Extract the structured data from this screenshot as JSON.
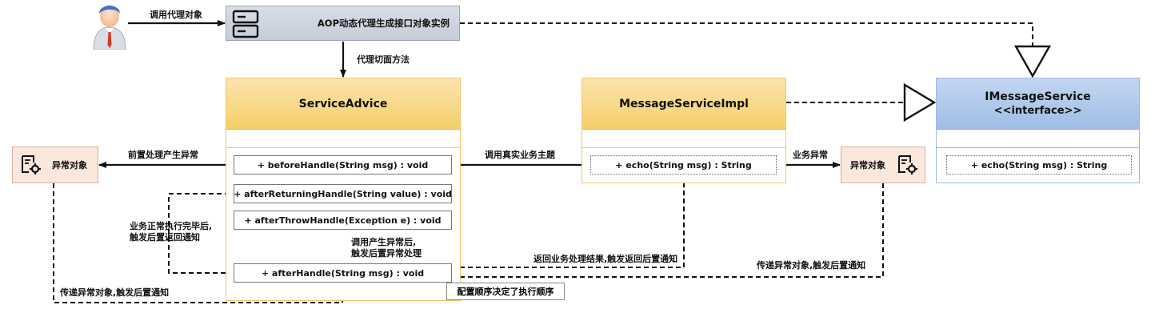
{
  "proxy": {
    "label": "AOP动态代理生成接口对象实例"
  },
  "service_advice": {
    "title": "ServiceAdvice",
    "methods": [
      "+ beforeHandle(String msg) : void",
      "+ afterReturningHandle(String value) : void",
      "+ afterThrowHandle(Exception e) : void",
      "+ afterHandle(String msg) : void"
    ]
  },
  "message_service_impl": {
    "title": "MessageServiceImpl",
    "methods": [
      "+ echo(String msg) : String"
    ]
  },
  "interface": {
    "title": "IMessageService",
    "stereotype": "<<interface>>",
    "methods": [
      "+ echo(String msg) : String"
    ]
  },
  "exception_left": {
    "label": "异常对象"
  },
  "exception_right": {
    "label": "异常对象"
  },
  "note": "配置顺序决定了执行顺序",
  "edges": {
    "call_proxy": "调用代理对象",
    "proxy_aspect": "代理切面方法",
    "before_exception": "前置处理产生异常",
    "call_real": "调用真实业务主题",
    "business_exception": "业务异常",
    "normal_return": [
      "业务正常执行完毕后,",
      "触发后置返回通知"
    ],
    "after_throw": [
      "调用产生异常后,",
      "触发后置异常处理"
    ],
    "return_result": "返回业务处理结果,触发返回后置通知",
    "pass_exception_right": "传递异常对象,触发后置通知",
    "pass_exception_left": "传递异常对象,触发后置通知"
  },
  "colors": {
    "class_header": "#f6cf6a",
    "interface_header": "#a9c4ea",
    "proxy_box": "#c9d1de",
    "exception_box": "#fbe7dc"
  }
}
